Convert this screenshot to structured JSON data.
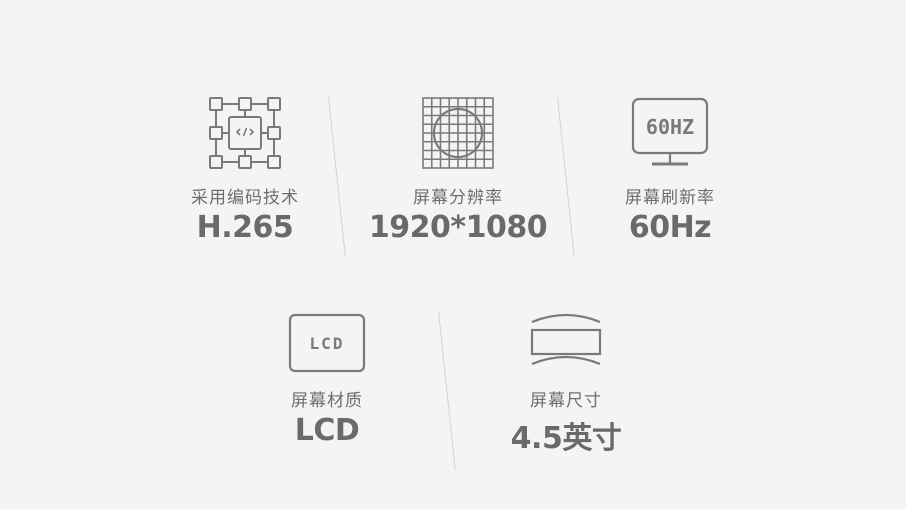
{
  "specs": [
    {
      "label": "采用编码技术",
      "value": "H.265",
      "icon": "encoding-chip-icon"
    },
    {
      "label": "屏幕分辨率",
      "value": "1920*1080",
      "icon": "pixel-grid-icon"
    },
    {
      "label": "屏幕刷新率",
      "value": "60Hz",
      "icon": "monitor-60hz-icon",
      "icon_text": "60HZ"
    },
    {
      "label": "屏幕材质",
      "value": "LCD",
      "icon": "lcd-panel-icon",
      "icon_text": "LCD"
    },
    {
      "label": "屏幕尺寸",
      "value": "4.5英寸",
      "icon": "screen-size-icon"
    }
  ],
  "colors": {
    "background": "#f4f4f4",
    "text": "#6a6a6a",
    "icon_stroke": "#7a7a7a",
    "divider": "#d2d2d2"
  }
}
